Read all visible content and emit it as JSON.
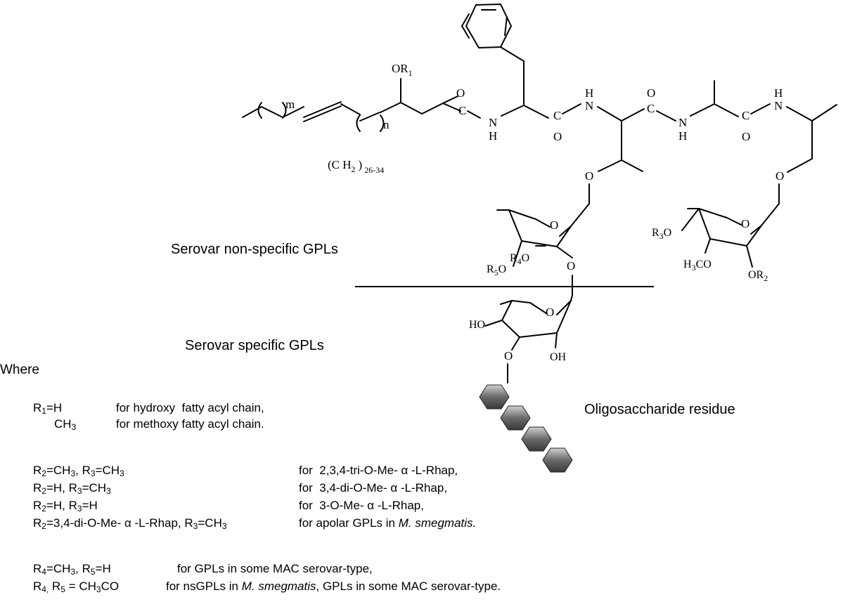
{
  "structure": {
    "atoms": {
      "or1": "OR",
      "or1_sub": "1",
      "m": "m",
      "n": "n",
      "ch2_open": "(C H",
      "ch2_sub": "2",
      "ch2_close": ")",
      "ch2_range": "26-34",
      "o": "O",
      "h": "H",
      "n_atom": "N",
      "c": "C",
      "r3o_r": "R",
      "r3o_sub": "3",
      "r3o_o": "O",
      "h3co_h": "H",
      "h3co_sub": "3",
      "h3co_co": "CO",
      "or2": "OR",
      "or2_sub": "2",
      "r5o_r": "R",
      "r5o_sub": "5",
      "r5o_o": "O",
      "r4o_r": "R",
      "r4o_sub": "4",
      "r4o_o": "O",
      "ho": "HO",
      "oh": "OH"
    },
    "labels": {
      "nonspecific": "Serovar non-specific GPLs",
      "specific": "Serovar specific GPLs",
      "oligo": "Oligosaccharide residue"
    }
  },
  "legend": {
    "where": "Where",
    "r1_line1_a": "R",
    "r1_line1_sub": "1",
    "r1_line1_b": "=H",
    "r1_line1_desc": "for hydroxy  fatty acyl chain,",
    "r1_line2_a": "CH",
    "r1_line2_sub": "3",
    "r1_line2_desc": "for methoxy fatty acyl chain.",
    "rows": [
      {
        "a": "R",
        "s1": "2",
        "b": "=CH",
        "s2": "3",
        "c": ", R",
        "s3": "3",
        "d": "=CH",
        "s4": "3",
        "desc": "for  2,3,4-tri-O-Me- α -L-Rhap,"
      },
      {
        "a": "R",
        "s1": "2",
        "b": "=H, R",
        "s2": "3",
        "c": "=CH",
        "s3": "3",
        "d": "",
        "s4": "",
        "desc": "for  3,4-di-O-Me- α -L-Rhap,"
      },
      {
        "a": "R",
        "s1": "2",
        "b": "=H, R",
        "s2": "3",
        "c": "=H",
        "s3": "",
        "d": "",
        "s4": "",
        "desc": "for  3-O-Me- α -L-Rhap,"
      }
    ],
    "r2_apolar_a": "R",
    "r2_apolar_sub": "2",
    "r2_apolar_b": "=3,4-di-O-Me- α -L-Rhap, R",
    "r2_apolar_sub2": "3",
    "r2_apolar_c": "=CH",
    "r2_apolar_sub3": "3",
    "r2_apolar_desc": "for apolar GPLs in ",
    "r2_apolar_species": "M. smegmatis.",
    "r4_a": "R",
    "r4_sub": "4",
    "r4_b": "=CH",
    "r4_sub2": "3",
    "r4_c": ", R",
    "r4_sub3": "5",
    "r4_d": "=H",
    "r4_desc": "for GPLs in some MAC serovar-type,",
    "r45_a": "R",
    "r45_sub": "4,",
    "r45_b": " R",
    "r45_sub2": "5",
    "r45_c": " = CH",
    "r45_sub3": "3",
    "r45_d": "CO",
    "r45_desc_a": "for nsGPLs in ",
    "r45_species": "M. smegmatis",
    "r45_desc_b": ", GPLs in some MAC serovar-type."
  }
}
